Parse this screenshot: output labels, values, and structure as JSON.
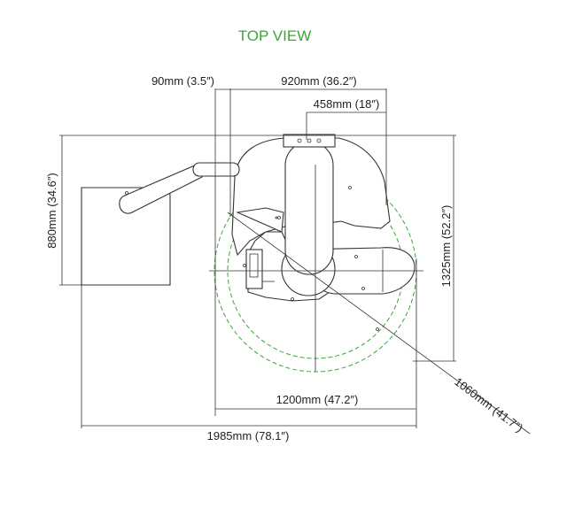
{
  "title": "TOP VIEW",
  "dimensions": {
    "d90": "90mm (3.5″)",
    "d920": "920mm (36.2″)",
    "d458": "458mm (18″)",
    "d880": "880mm (34.6″)",
    "d1325": "1325mm (52.2″)",
    "d1200": "1200mm (47.2″)",
    "d1985": "1985mm (78.1″)",
    "d1060": "1060mm (41.7″)"
  },
  "colors": {
    "title": "#3aa63a",
    "reach_circle": "#3aa63a",
    "lines": "#333333"
  }
}
